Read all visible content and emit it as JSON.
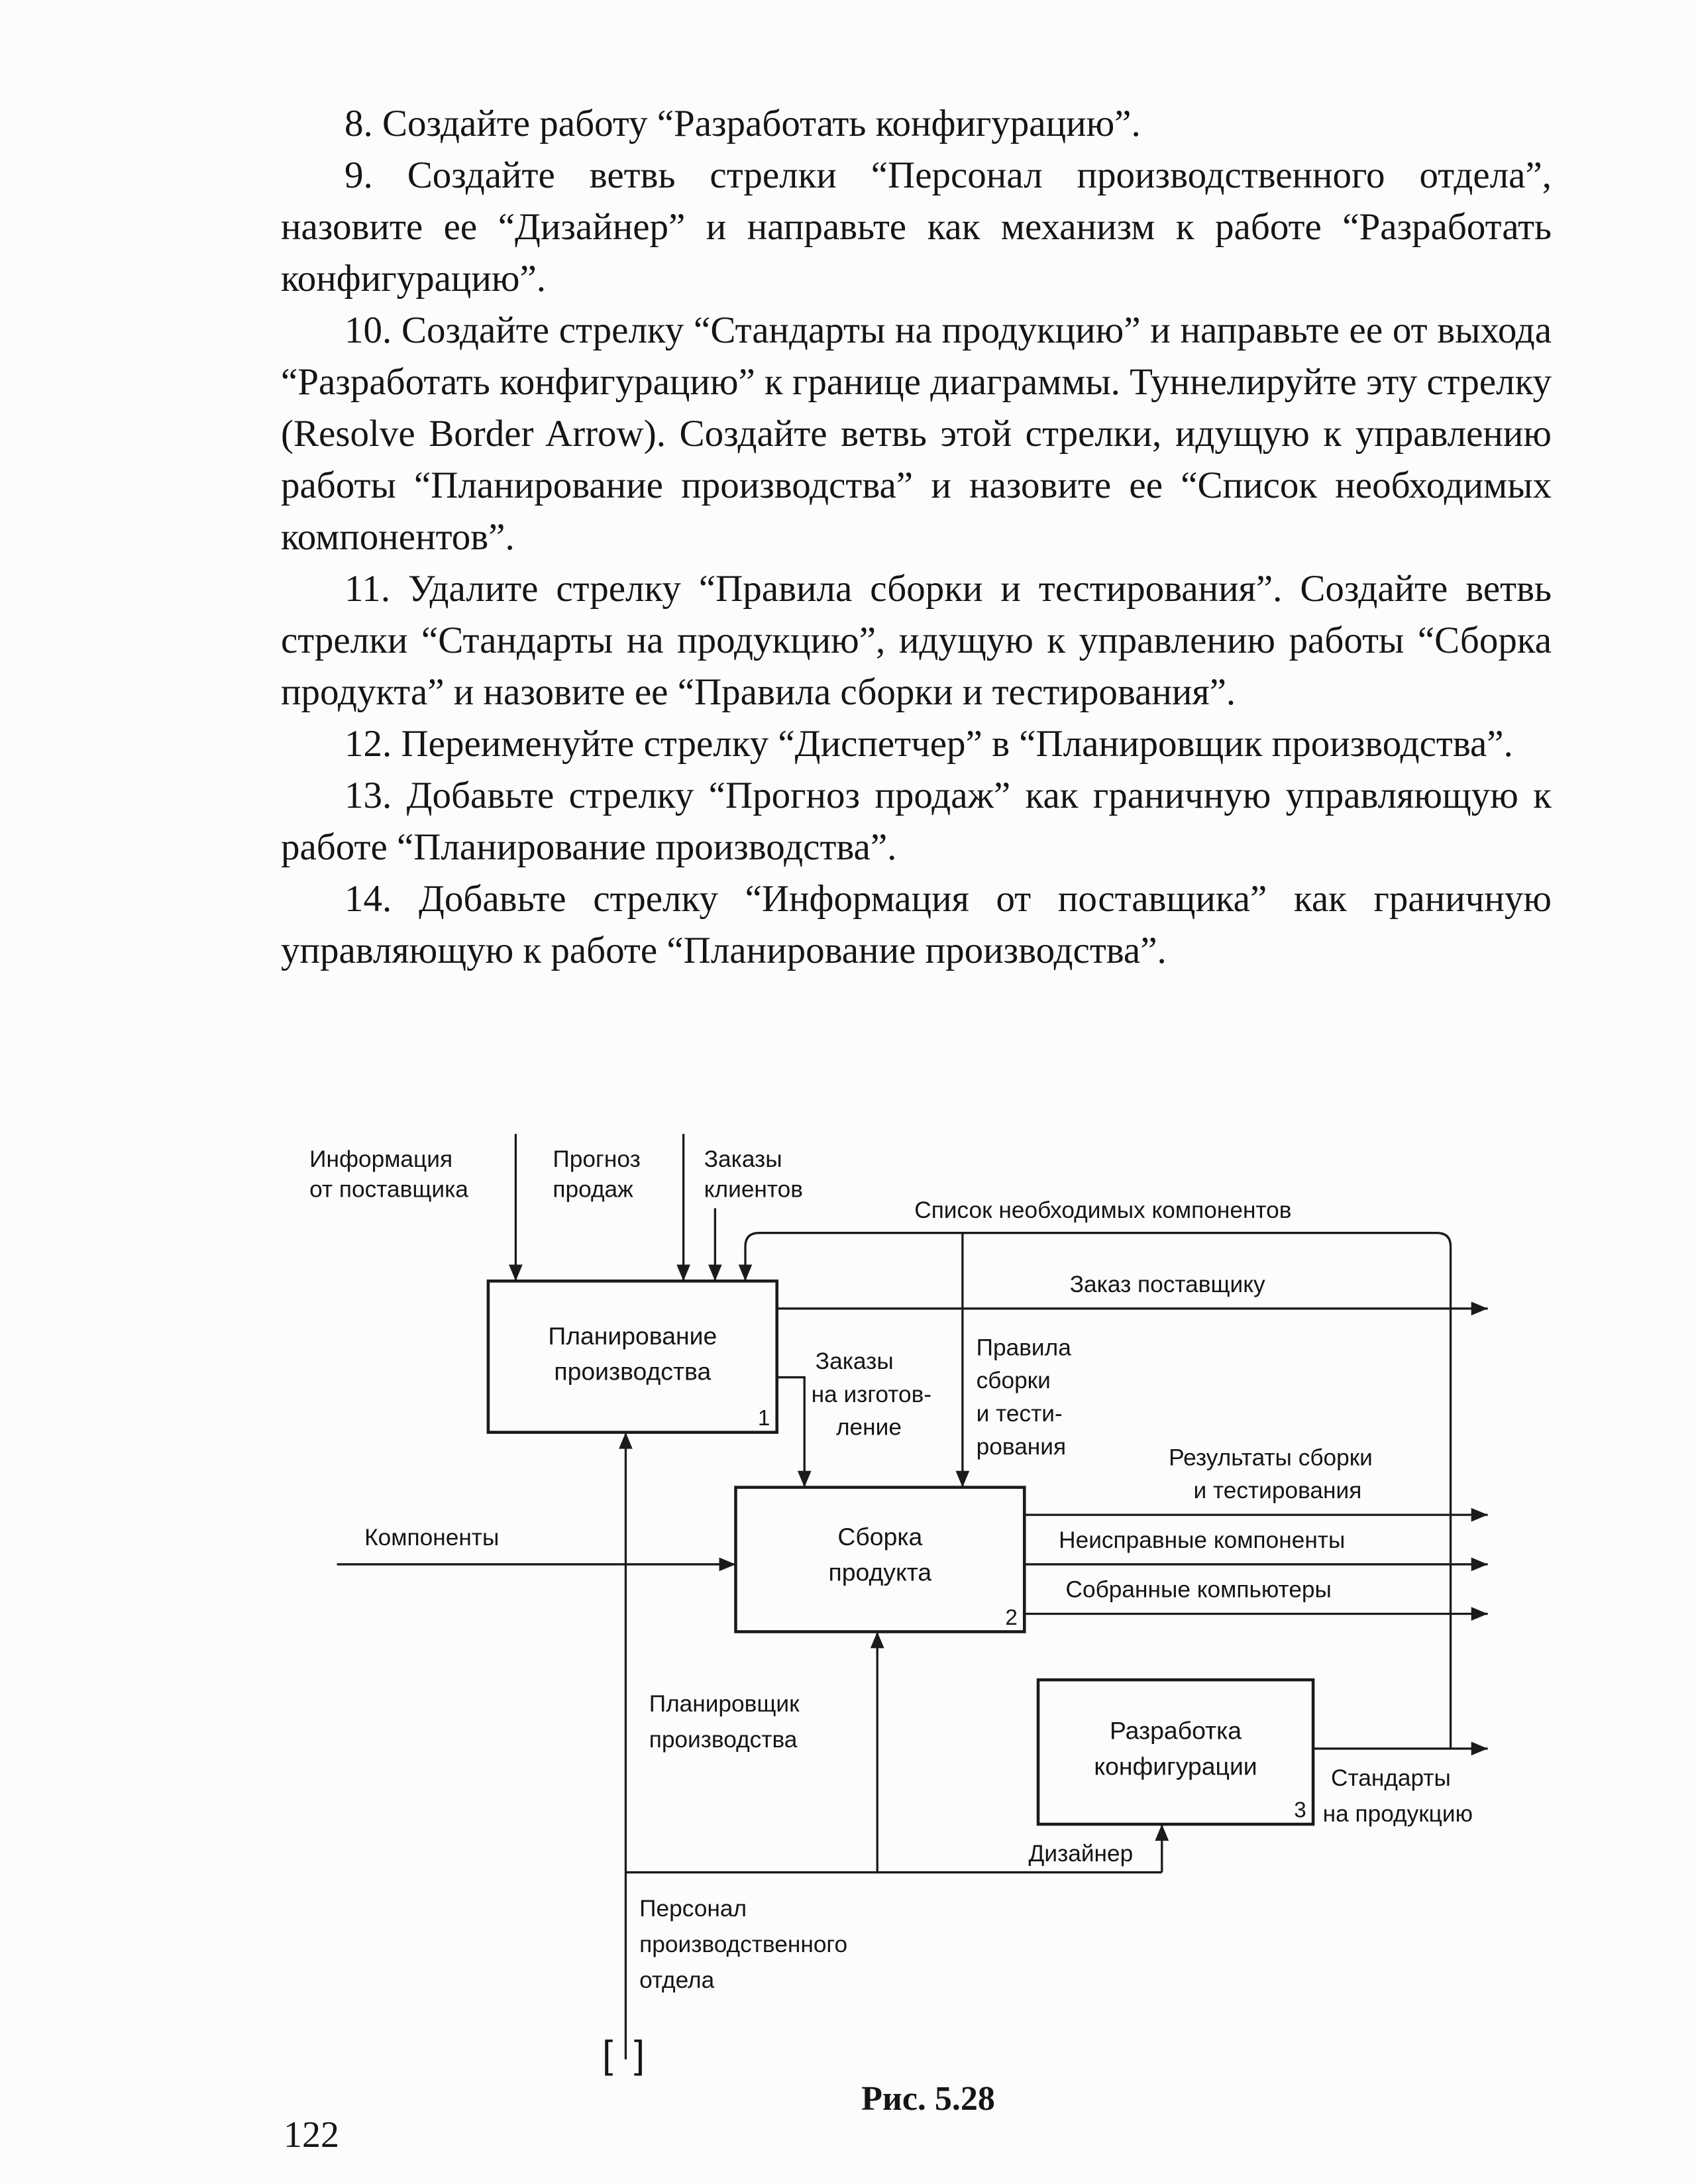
{
  "page": {
    "number": "122",
    "caption": "Рис. 5.28"
  },
  "instructions": [
    {
      "text": "8. Создайте работу “Разработать конфигурацию”."
    },
    {
      "text": "9. Создайте ветвь стрелки “Персонал производственного отдела”, назовите ее “Дизайнер” и направьте как механизм к работе “Разработать конфигурацию”."
    },
    {
      "text": "10. Создайте стрелку “Стандарты на продукцию” и направьте ее от выхода “Разработать конфигурацию” к границе диаграммы. Туннелируйте эту стрелку (Resolve Border Arrow). Создайте ветвь этой стрелки, идущую к управлению работы “Планирование производства” и назовите ее “Список необходимых компонентов”."
    },
    {
      "text": "11. Удалите стрелку “Правила сборки и тестирования”. Создайте ветвь стрелки “Стандарты на продукцию”, идущую к управлению работы “Сборка продукта” и назовите ее “Правила сборки и тестирования”."
    },
    {
      "text": "12. Переименуйте стрелку “Диспетчер” в “Планировщик производства”."
    },
    {
      "text": "13. Добавьте стрелку “Прогноз продаж” как граничную управляющую к работе “Планирование производства”."
    },
    {
      "text": "14. Добавьте стрелку “Информация от поставщика” как граничную управляющую к работе “Планирование производства”."
    }
  ],
  "diagram": {
    "boxes": [
      {
        "line1": "Планирование",
        "line2": "производства",
        "number": "1"
      },
      {
        "line1": "Сборка",
        "line2": "продукта",
        "number": "2"
      },
      {
        "line1": "Разработка",
        "line2": "конфигурации",
        "number": "3"
      }
    ],
    "labels": {
      "info_supplier": [
        "Информация",
        "от поставщика"
      ],
      "sales_forecast": [
        "Прогноз",
        "продаж"
      ],
      "client_orders": [
        "Заказы",
        "клиентов"
      ],
      "component_list": "Список необходимых компонентов",
      "supplier_order": "Заказ поставщику",
      "manufacture_orders": [
        "Заказы",
        "на изготов-",
        "ление"
      ],
      "assembly_rules": [
        "Правила",
        "сборки",
        "и тести-",
        "рования"
      ],
      "assembly_results": [
        "Результаты сборки",
        "и тестирования"
      ],
      "faulty_components": "Неисправные компоненты",
      "assembled_computers": "Собранные компьютеры",
      "components": "Компоненты",
      "production_planner": [
        "Планировщик",
        "производства"
      ],
      "designer": "Дизайнер",
      "personnel": [
        "Персонал",
        "производственного",
        "отдела"
      ],
      "product_standards": [
        "Стандарты",
        "на продукцию"
      ],
      "tunnel_open": "[",
      "tunnel_close": "]"
    }
  }
}
